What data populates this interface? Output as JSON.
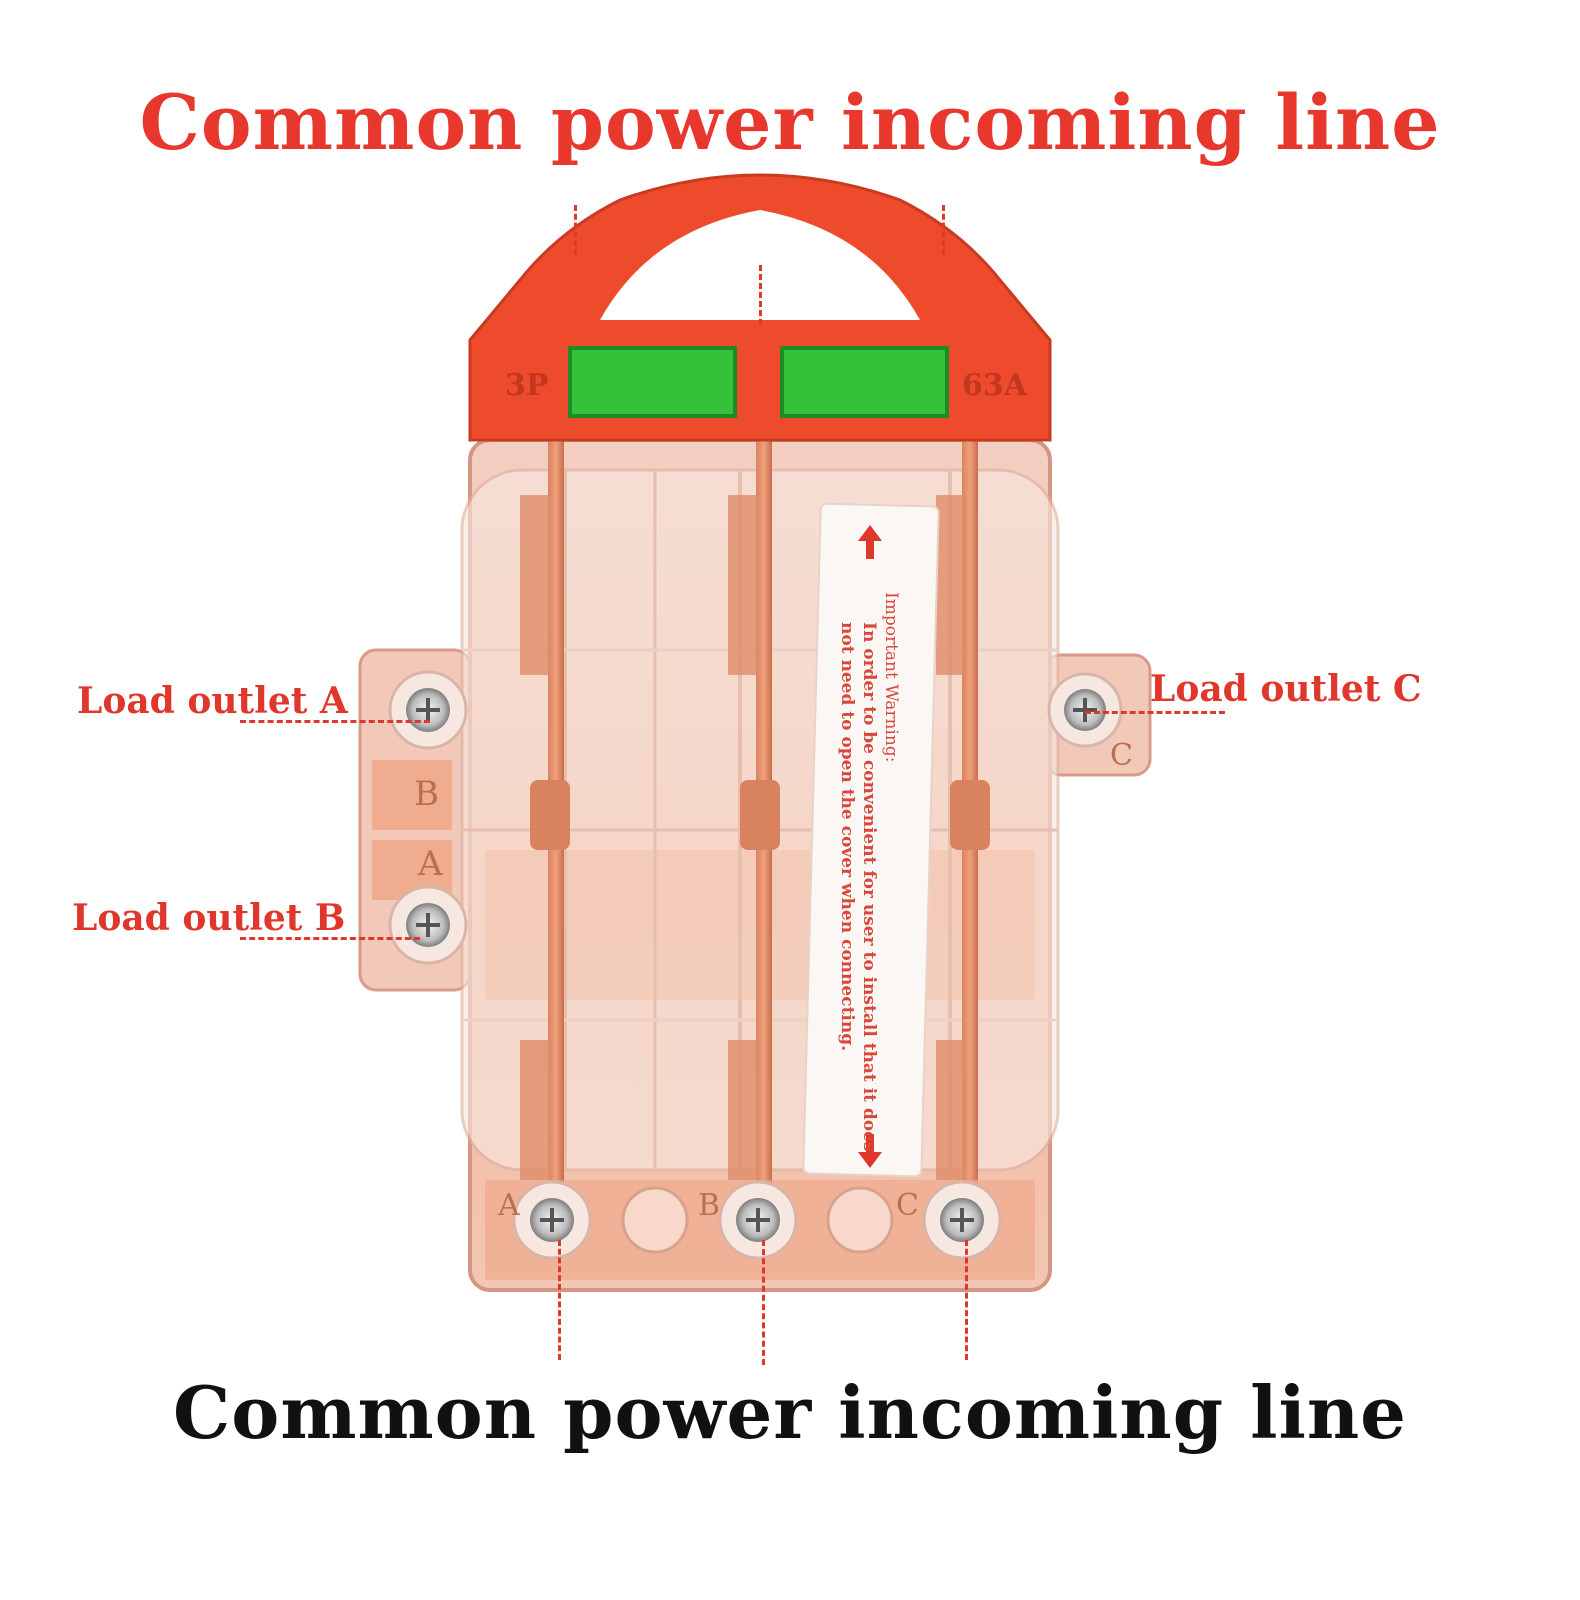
{
  "top_label": "Common power incoming line",
  "bottom_label": "Common power incoming line",
  "callouts": {
    "outlet_a": "Load outlet A",
    "outlet_b": "Load outlet B",
    "outlet_c": "Load outlet C"
  },
  "handle": {
    "left_mark": "3P",
    "right_mark": "63A"
  },
  "side_letters": {
    "b": "B",
    "a": "A",
    "c": "C"
  },
  "bottom_letters": [
    "A",
    "B",
    "C"
  ],
  "warning_label": {
    "title": "Important Warning:",
    "line1": "In order to be convenient for user to install that it does",
    "line2": "not need to open the cover when connecting."
  },
  "colors": {
    "accent_red": "#e0372d",
    "handle_orange": "#ee4a2c",
    "indicator_green": "#35c23a",
    "label_black": "#111111"
  }
}
